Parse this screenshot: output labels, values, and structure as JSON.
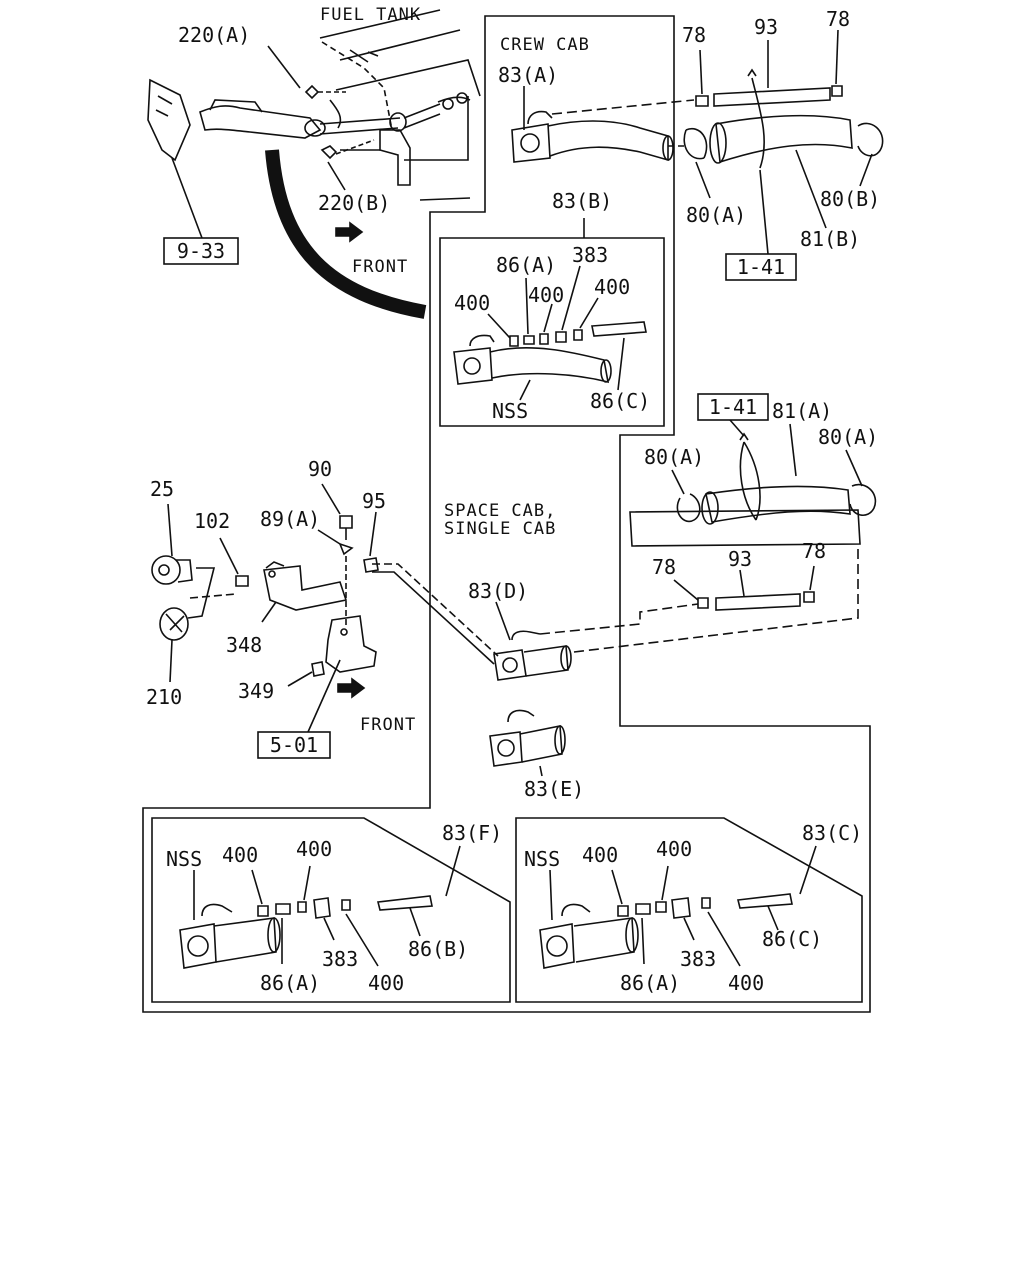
{
  "sections": {
    "fuel_tank": "FUEL TANK",
    "crew_cab": "CREW CAB",
    "space_cab_1": "SPACE CAB,",
    "space_cab_2": "SINGLE CAB",
    "front_1": "FRONT",
    "front_2": "FRONT"
  },
  "refs": {
    "r933": "9-33",
    "r141a": "1-41",
    "r141b": "1-41",
    "r501": "5-01"
  },
  "labels": {
    "p220a": "220(A)",
    "p220b": "220(B)",
    "p83a": "83(A)",
    "p78a": "78",
    "p93a": "93",
    "p78b": "78",
    "p80a_top": "80(A)",
    "p80b": "80(B)",
    "p81b": "81(B)",
    "p83b": "83(B)",
    "p86a_nssb": "86(A)",
    "p383_nssb": "383",
    "p400_1": "400",
    "p400_2": "400",
    "p400_3": "400",
    "pnss_b": "NSS",
    "p86c_nssb": "86(C)",
    "p81a": "81(A)",
    "p80a_l": "80(A)",
    "p80a_r": "80(A)",
    "p78c": "78",
    "p93b": "93",
    "p78d": "78",
    "p25": "25",
    "p102": "102",
    "p89a": "89(A)",
    "p90": "90",
    "p95": "95",
    "p348": "348",
    "p210": "210",
    "p349": "349",
    "p83d": "83(D)",
    "p83e": "83(E)",
    "pnss_f": "NSS",
    "p400_f1": "400",
    "p400_f2": "400",
    "p83f": "83(F)",
    "p383_f": "383",
    "p400_f3": "400",
    "p86a_f": "86(A)",
    "p86b_f": "86(B)",
    "pnss_c": "NSS",
    "p400_c1": "400",
    "p400_c2": "400",
    "p83c": "83(C)",
    "p383_c": "383",
    "p400_c3": "400",
    "p86a_c": "86(A)",
    "p86c_c": "86(C)"
  }
}
